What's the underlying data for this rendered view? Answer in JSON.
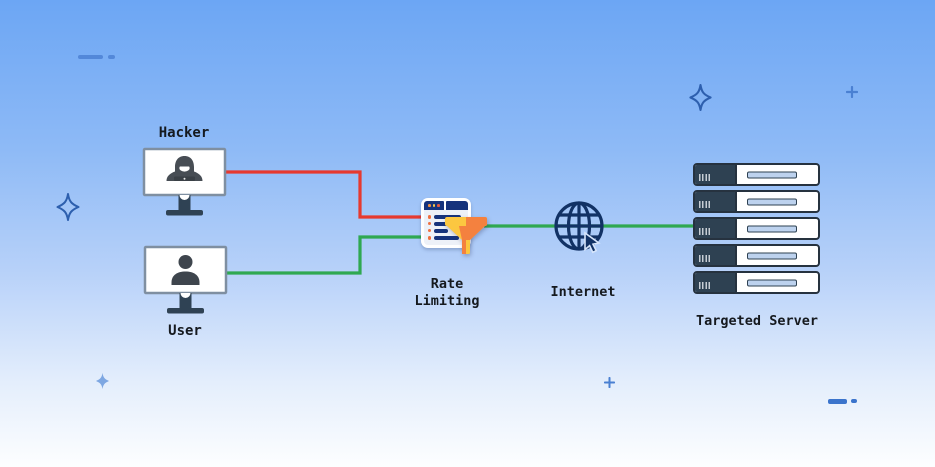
{
  "diagram": {
    "nodes": {
      "hacker": {
        "label": "Hacker",
        "icon": "hacker-monitor-icon"
      },
      "user": {
        "label": "User",
        "icon": "user-monitor-icon"
      },
      "rate_limiting": {
        "label": "Rate\nLimiting",
        "icon": "browser-filter-funnel-icon"
      },
      "internet": {
        "label": "Internet",
        "icon": "globe-cursor-icon"
      },
      "targeted_server": {
        "label": "Targeted Server",
        "icon": "server-rack-icon",
        "unit_count": 5
      }
    },
    "connections": [
      {
        "from": "hacker",
        "to": "rate_limiting",
        "color": "#e6392f"
      },
      {
        "from": "user",
        "to": "rate_limiting",
        "color": "#2fa851"
      },
      {
        "from": "rate_limiting",
        "to": "targeted_server",
        "via": "internet",
        "color": "#2fa851"
      }
    ],
    "decorations": [
      "dash-pair-top-left",
      "sparkle-outline-left",
      "sparkle-outline-top-right",
      "plus-top-right",
      "sparkle-filled-bottom-left",
      "plus-bottom-center",
      "dash-pair-bottom-right"
    ]
  },
  "colors": {
    "bg_top": "#6ca6f4",
    "bg_bottom": "#fdfeff",
    "line_red": "#e6392f",
    "line_green": "#2fa851",
    "navy": "#16337c",
    "icon_navy": "#123265",
    "server_dark": "#2e4152",
    "deco_blue": "#4a7ed2",
    "funnel_yellow": "#fcc740",
    "funnel_orange": "#f4813f",
    "monitor_stand": "#2f4254",
    "label_text": "#15191e"
  }
}
